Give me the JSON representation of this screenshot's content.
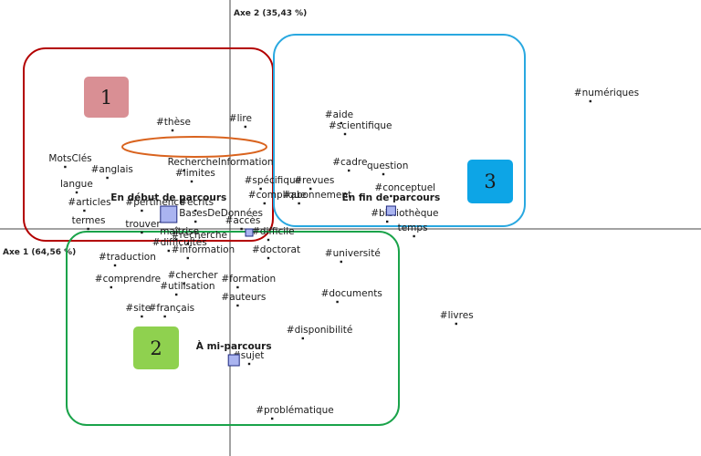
{
  "chart_data": {
    "type": "scatter",
    "axis_x_title": "Axe 1 (64,56 %)",
    "axis_y_title": "Axe 2 (35,43 %)",
    "points": [
      {
        "label": "#numériques",
        "x": 0.94,
        "y": 0.35
      },
      {
        "label": "#thèse",
        "x": -0.15,
        "y": 0.27
      },
      {
        "label": "#lire",
        "x": 0.04,
        "y": 0.28
      },
      {
        "label": "#aide",
        "x": 0.29,
        "y": 0.29
      },
      {
        "label": "#scientifique",
        "x": 0.3,
        "y": 0.26
      },
      {
        "label": "MotsClés",
        "x": -0.43,
        "y": 0.17
      },
      {
        "label": "#anglais",
        "x": -0.32,
        "y": 0.14
      },
      {
        "label": "RechercheInformation",
        "x": -0.12,
        "y": 0.16
      },
      {
        "label": "langue",
        "x": -0.4,
        "y": 0.1
      },
      {
        "label": "#limites",
        "x": -0.1,
        "y": 0.13
      },
      {
        "label": "#spécifique",
        "x": 0.08,
        "y": 0.11
      },
      {
        "label": "#revues",
        "x": 0.21,
        "y": 0.11
      },
      {
        "label": "#cadre",
        "x": 0.31,
        "y": 0.16
      },
      {
        "label": "question",
        "x": 0.4,
        "y": 0.15
      },
      {
        "label": "#conceptuel",
        "x": 0.42,
        "y": 0.09
      },
      {
        "label": "#abonnement",
        "x": 0.18,
        "y": 0.07
      },
      {
        "label": "#complique",
        "x": 0.09,
        "y": 0.07
      },
      {
        "label": "#écrits",
        "x": -0.09,
        "y": 0.05
      },
      {
        "label": "#pertinence",
        "x": -0.23,
        "y": 0.05
      },
      {
        "label": "#articles",
        "x": -0.38,
        "y": 0.05
      },
      {
        "label": "BasesDeDonnées",
        "x": -0.09,
        "y": 0.02
      },
      {
        "label": "#accès",
        "x": 0.03,
        "y": 0.0
      },
      {
        "label": "termes",
        "x": -0.37,
        "y": 0.0
      },
      {
        "label": "trouver",
        "x": -0.23,
        "y": -0.01
      },
      {
        "label": "maîtrise",
        "x": -0.14,
        "y": -0.03
      },
      {
        "label": "#bibliothèque",
        "x": 0.41,
        "y": 0.02
      },
      {
        "label": "temps",
        "x": 0.48,
        "y": -0.02
      },
      {
        "label": "#difficile",
        "x": 0.1,
        "y": -0.03
      },
      {
        "label": "#difficultés",
        "x": -0.16,
        "y": -0.06
      },
      {
        "label": "#recherche",
        "x": -0.11,
        "y": -0.04
      },
      {
        "label": "#information",
        "x": -0.11,
        "y": -0.08
      },
      {
        "label": "#doctorat",
        "x": 0.1,
        "y": -0.08
      },
      {
        "label": "#université",
        "x": 0.29,
        "y": -0.09
      },
      {
        "label": "#traduction",
        "x": -0.3,
        "y": -0.1
      },
      {
        "label": "#comprendre",
        "x": -0.31,
        "y": -0.16
      },
      {
        "label": "#utilisation",
        "x": -0.14,
        "y": -0.18
      },
      {
        "label": "#chercher",
        "x": -0.12,
        "y": -0.15
      },
      {
        "label": "#formation",
        "x": 0.02,
        "y": -0.16
      },
      {
        "label": "#auteurs",
        "x": 0.02,
        "y": -0.21
      },
      {
        "label": "#documents",
        "x": 0.28,
        "y": -0.2
      },
      {
        "label": "#site",
        "x": -0.23,
        "y": -0.24
      },
      {
        "label": "#français",
        "x": -0.17,
        "y": -0.24
      },
      {
        "label": "#disponibilité",
        "x": 0.19,
        "y": -0.3
      },
      {
        "label": "#livres",
        "x": 0.59,
        "y": -0.26
      },
      {
        "label": "#sujet",
        "x": 0.05,
        "y": -0.37
      },
      {
        "label": "#problématique",
        "x": 0.11,
        "y": -0.52
      }
    ],
    "supplementary_points": [
      {
        "label": "En début de parcours",
        "x": -0.16,
        "y": 0.04
      },
      {
        "label": "En fin de parcours",
        "x": 0.42,
        "y": 0.05
      },
      {
        "label": "À mi-parcours",
        "x": 0.01,
        "y": -0.36
      },
      {
        "label": "",
        "x": 0.05,
        "y": -0.01
      }
    ],
    "groups": [
      {
        "id": "1",
        "label": "1",
        "color": "#b30000",
        "badge_color": "#d98f94"
      },
      {
        "id": "2",
        "label": "2",
        "color": "#1aa34a",
        "badge_color": "#8fd14f"
      },
      {
        "id": "3",
        "label": "3",
        "color": "#29a8e0",
        "badge_color": "#0da5e6"
      }
    ],
    "highlight_color": "#d9631e",
    "point_color": "#1a1a1a",
    "supplementary_fill": "#aab4f0",
    "supplementary_stroke": "#1f2a80"
  }
}
